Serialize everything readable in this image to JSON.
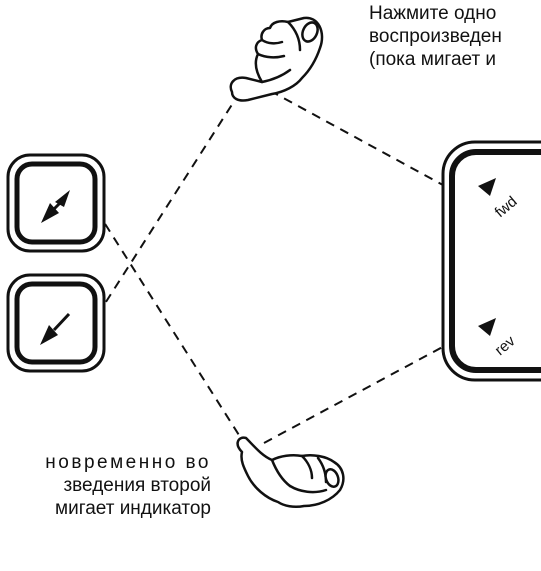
{
  "captions": {
    "top": [
      "Нажмите одно",
      "воспроизведен",
      "(пока мигает и"
    ],
    "bottom": [
      "новременно во",
      "зведения второй",
      "мигает индикатор"
    ]
  },
  "dial": {
    "fwd_label": "fwd",
    "rev_label": "rev"
  },
  "colors": {
    "ink": "#111111",
    "background": "#ffffff"
  },
  "icons": {
    "hand_top": "pointing-hand-icon",
    "hand_bottom": "pointing-hand-icon",
    "button_upper": "skip-arrow-icon",
    "button_lower": "skip-arrow-icon"
  }
}
